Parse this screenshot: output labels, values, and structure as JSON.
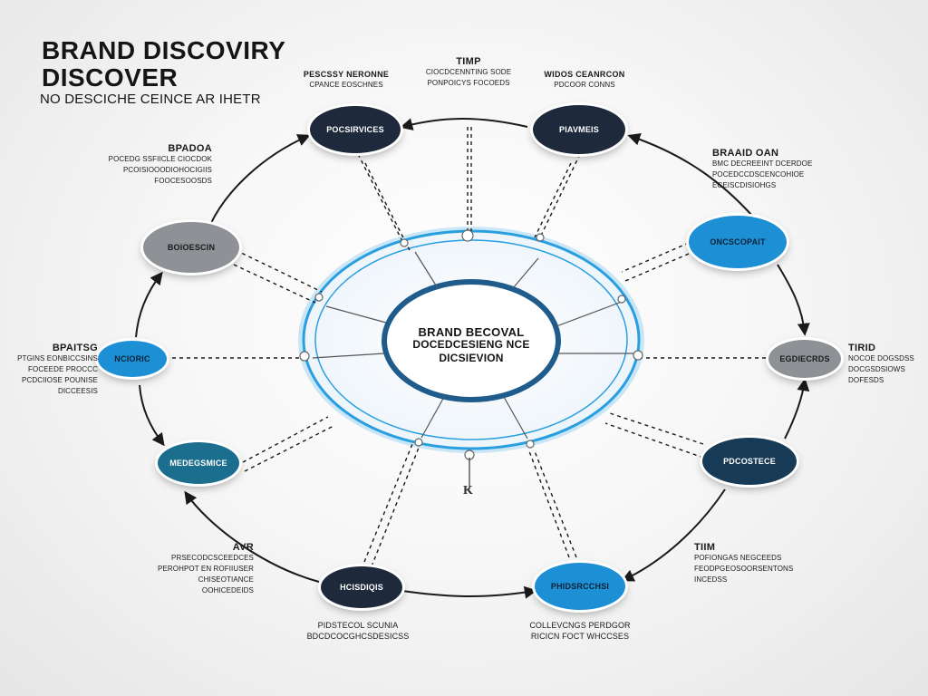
{
  "title": {
    "line1": "BRAND DISCOVIRY",
    "line2": "DISCOVER",
    "line3": "NO DESCICHE CEINCE AR IHETR"
  },
  "center": {
    "line1": "BRAND BECOVAL",
    "line2": "DOCEDCESIENG NCE",
    "line3": "DICSIEVION"
  },
  "nodes": {
    "n1": {
      "label": "POCSIRVICES"
    },
    "n2": {
      "label": "PIAVMEIS"
    },
    "n3": {
      "label": "ONCSCOPAIT"
    },
    "n4": {
      "label": "EGDIECRDS"
    },
    "n5": {
      "label": "BOIOESCIN"
    },
    "n6": {
      "label": "NCIORIC"
    },
    "n7": {
      "label": "MEDEGSMICE"
    },
    "n8": {
      "label": "PDCOSTECE"
    },
    "n9": {
      "label": "HCISDIQIS"
    },
    "n10": {
      "label": "PHIDSRCCHSI"
    }
  },
  "annotations": {
    "top_left": {
      "heading": "PESCSSY NERONNE",
      "lines": [
        "CPANCE EOSCHNES"
      ]
    },
    "top_center": {
      "heading": "TIMP",
      "lines": [
        "CIOCDCENNTING SODE",
        "PONPOICYS FOCOEDS"
      ]
    },
    "top_right": {
      "heading": "WIDOS CEANRCON",
      "lines": [
        "PDCOOR CONNS"
      ]
    },
    "upper_left": {
      "heading": "BPADOA",
      "lines": [
        "POCEDG SSFIICLE CIOCDOK",
        "PCOISIOOODIOHOCIGIIS",
        "FOOCESOOSDS"
      ]
    },
    "upper_right": {
      "heading": "BRAAID OAN",
      "lines": [
        "BMC DECREEINT DCERDOE",
        "POCEDCCDSCENCOHIOE",
        "ECEISCDISIOHGS"
      ]
    },
    "mid_left": {
      "heading": "BPAITSG",
      "lines": [
        "PTGINS EONBICCSINS",
        "FOCEEDE PROCCC",
        "PCDCIIOSE POUNISE",
        "DICCEESIS"
      ]
    },
    "mid_right": {
      "heading": "TIRID",
      "lines": [
        "NOCOE DOGSDSS",
        "DOCGSDSIOWS",
        "DOFESDS"
      ]
    },
    "lower_left": {
      "heading": "AVR",
      "lines": [
        "PRSECODCSCEEDCES",
        "PEROHPOT EN ROFIIUSER",
        "CHISEOTIANCE",
        "OOHICEDEIDS"
      ]
    },
    "lower_right": {
      "heading": "TIIM",
      "lines": [
        "POFIONGAS NEGCEEDS",
        "FEODPGEOSOORSENTONS",
        "INCEDSS"
      ]
    },
    "bottom_left": {
      "heading": "",
      "lines": [
        "PIDSTECOL SCUNIA",
        "BDCDCOCGHCSDESICSS"
      ]
    },
    "bottom_right": {
      "heading": "",
      "lines": [
        "COLLEVCNGS PERDGOR",
        "RICICN FOCT WHCCSES"
      ]
    }
  },
  "knot_glyph": "K",
  "colors": {
    "ring_blue": "#2a9fe0",
    "core_navy": "#1f5c8c",
    "node_dark": "#1e2a3c",
    "node_blue": "#1d8fd4",
    "node_teal": "#1c6e8e",
    "node_gray": "#8e9196"
  }
}
